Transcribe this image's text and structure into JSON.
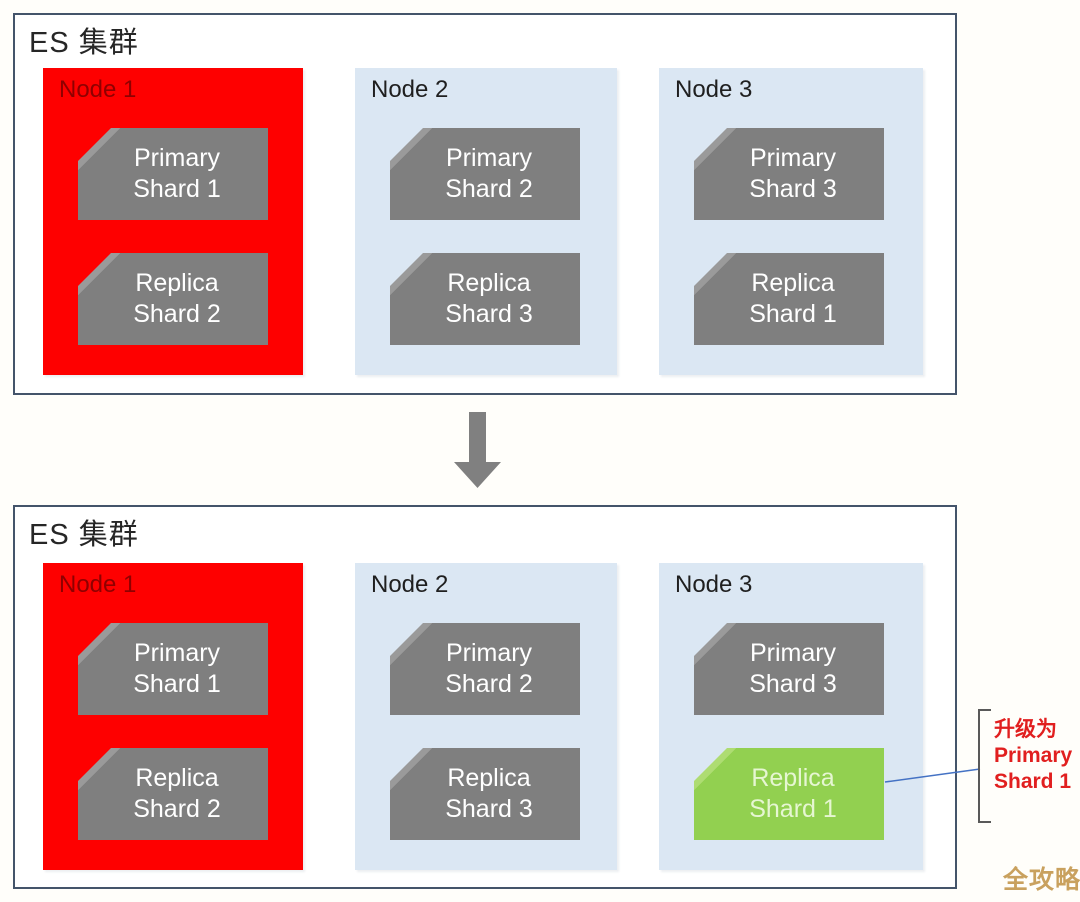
{
  "diagrams": {
    "before": {
      "title": "ES 集群",
      "nodes": [
        {
          "label": "Node 1",
          "state": "failed",
          "shards": [
            "Primary\nShard 1",
            "Replica\nShard 2"
          ]
        },
        {
          "label": "Node 2",
          "state": "normal",
          "shards": [
            "Primary\nShard 2",
            "Replica\nShard 3"
          ]
        },
        {
          "label": "Node 3",
          "state": "normal",
          "shards": [
            "Primary\nShard 3",
            "Replica\nShard 1"
          ]
        }
      ]
    },
    "after": {
      "title": "ES 集群",
      "nodes": [
        {
          "label": "Node 1",
          "state": "failed",
          "shards": [
            "Primary\nShard 1",
            "Replica\nShard 2"
          ]
        },
        {
          "label": "Node 2",
          "state": "normal",
          "shards": [
            "Primary\nShard 2",
            "Replica\nShard 3"
          ]
        },
        {
          "label": "Node 3",
          "state": "normal",
          "shards": [
            "Primary\nShard 3",
            "Replica\nShard 1"
          ],
          "promoted_shard": "Replica\nShard 1"
        }
      ]
    }
  },
  "annotation": {
    "label": "升级为\nPrimary\nShard 1"
  },
  "watermark": {
    "label": "全攻略"
  },
  "colors": {
    "failed_node": "#fe0000",
    "normal_node": "#dbe7f3",
    "shard_gray": "#7f7f7f",
    "promoted_green": "#92d050",
    "cluster_border": "#44546a",
    "annotation_red": "#e11f1f",
    "connector_blue": "#4472c4",
    "arrow_gray": "#808080",
    "watermark_gold": "#c9a15e"
  }
}
